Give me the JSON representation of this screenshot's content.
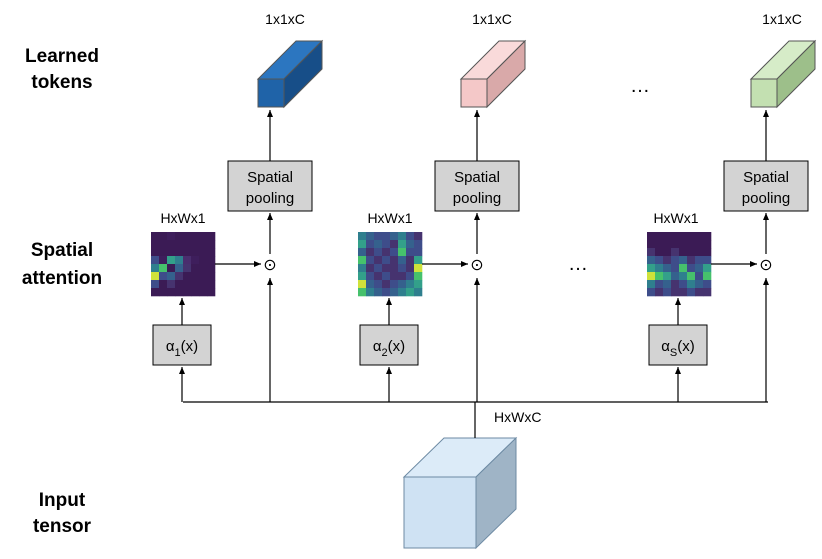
{
  "row_labels": {
    "learned_tokens": [
      "Learned",
      "tokens"
    ],
    "spatial_attention": [
      "Spatial",
      "attention"
    ],
    "input_tensor": [
      "Input",
      "tensor"
    ]
  },
  "input": {
    "dim_label": "HxWxC"
  },
  "columns": [
    {
      "token_dim": "1x1xC",
      "map_dim": "HxWx1",
      "pool_label": [
        "Spatial",
        "pooling"
      ],
      "alpha_symbol": "α",
      "alpha_sub": "1",
      "alpha_arg": "(x)",
      "operator": "⊙",
      "token_color": {
        "front": "#1f63a8",
        "top": "#2c76c0",
        "side": "#174e88"
      },
      "heatmap": [
        [
          "#3b1b55",
          "#3b1b55",
          "#3e1e5c",
          "#3b1b55",
          "#3b1b55",
          "#3b1b55",
          "#3b1b55",
          "#3b1b55"
        ],
        [
          "#3b1b55",
          "#3b1b55",
          "#3b1b55",
          "#3b1b55",
          "#3b1b55",
          "#3b1b55",
          "#3b1b55",
          "#3b1b55"
        ],
        [
          "#3b1b55",
          "#3b1b55",
          "#3b1b55",
          "#3b1b55",
          "#3b1b55",
          "#3b1b55",
          "#3b1b55",
          "#3b1b55"
        ],
        [
          "#3e4d8a",
          "#3e1e5c",
          "#33a08a",
          "#2f7f8e",
          "#4a2d6e",
          "#3e1e5c",
          "#3b1b55",
          "#3b1b55"
        ],
        [
          "#2f7f8e",
          "#46c16c",
          "#3b1b55",
          "#35618d",
          "#46336f",
          "#3b1b55",
          "#3b1b55",
          "#3b1b55"
        ],
        [
          "#cfe23a",
          "#3e4d8a",
          "#35618d",
          "#46336f",
          "#3b1b55",
          "#3b1b55",
          "#3b1b55",
          "#3b1b55"
        ],
        [
          "#3e4d8a",
          "#3b1b55",
          "#46336f",
          "#3b1b55",
          "#3b1b55",
          "#3b1b55",
          "#3b1b55",
          "#3b1b55"
        ],
        [
          "#3b1b55",
          "#3b1b55",
          "#3b1b55",
          "#3b1b55",
          "#3b1b55",
          "#3b1b55",
          "#3b1b55",
          "#3b1b55"
        ]
      ]
    },
    {
      "token_dim": "1x1xC",
      "map_dim": "HxWx1",
      "pool_label": [
        "Spatial",
        "pooling"
      ],
      "alpha_symbol": "α",
      "alpha_sub": "2",
      "alpha_arg": "(x)",
      "operator": "⊙",
      "token_color": {
        "front": "#f4c8c8",
        "top": "#f9dada",
        "side": "#d9a9a9"
      },
      "heatmap": [
        [
          "#2f7f8e",
          "#35618d",
          "#3e4d8a",
          "#3e4d8a",
          "#35618d",
          "#2f7f8e",
          "#3e4d8a",
          "#46336f"
        ],
        [
          "#33a08a",
          "#3e4d8a",
          "#35618d",
          "#3e4d8a",
          "#46336f",
          "#33a08a",
          "#35618d",
          "#3e4d8a"
        ],
        [
          "#35618d",
          "#46336f",
          "#3e4d8a",
          "#46336f",
          "#3e4d8a",
          "#46c16c",
          "#3e4d8a",
          "#3e4d8a"
        ],
        [
          "#46c16c",
          "#3e4d8a",
          "#46336f",
          "#3e4d8a",
          "#46336f",
          "#35618d",
          "#46336f",
          "#33a08a"
        ],
        [
          "#2f7f8e",
          "#46336f",
          "#3e4d8a",
          "#46336f",
          "#46336f",
          "#3e4d8a",
          "#46336f",
          "#cfe23a"
        ],
        [
          "#33a08a",
          "#3e4d8a",
          "#46336f",
          "#3e4d8a",
          "#46336f",
          "#46336f",
          "#3e4d8a",
          "#46c16c"
        ],
        [
          "#cfe23a",
          "#35618d",
          "#3e4d8a",
          "#46336f",
          "#3e4d8a",
          "#35618d",
          "#2f7f8e",
          "#33a08a"
        ],
        [
          "#46c16c",
          "#2f7f8e",
          "#35618d",
          "#3e4d8a",
          "#35618d",
          "#2f7f8e",
          "#33a08a",
          "#2f7f8e"
        ]
      ]
    },
    {
      "token_dim": "1x1xC",
      "map_dim": "HxWx1",
      "pool_label": [
        "Spatial",
        "pooling"
      ],
      "alpha_symbol": "α",
      "alpha_sub": "S",
      "alpha_arg": "(x)",
      "operator": "⊙",
      "token_color": {
        "front": "#c3e0b1",
        "top": "#d6ecc8",
        "side": "#9dbf8a"
      },
      "heatmap": [
        [
          "#3b1b55",
          "#3b1b55",
          "#3b1b55",
          "#3b1b55",
          "#3b1b55",
          "#3b1b55",
          "#3b1b55",
          "#3b1b55"
        ],
        [
          "#3b1b55",
          "#3b1b55",
          "#3b1b55",
          "#3b1b55",
          "#3b1b55",
          "#3b1b55",
          "#3b1b55",
          "#3b1b55"
        ],
        [
          "#46336f",
          "#3b1b55",
          "#3b1b55",
          "#46336f",
          "#3b1b55",
          "#3b1b55",
          "#3b1b55",
          "#3b1b55"
        ],
        [
          "#35618d",
          "#3e4d8a",
          "#46336f",
          "#3e4d8a",
          "#35618d",
          "#46336f",
          "#3e4d8a",
          "#3e4d8a"
        ],
        [
          "#33a08a",
          "#2f7f8e",
          "#35618d",
          "#3e4d8a",
          "#46c16c",
          "#3e4d8a",
          "#35618d",
          "#33a08a"
        ],
        [
          "#cfe23a",
          "#46c16c",
          "#33a08a",
          "#35618d",
          "#2f7f8e",
          "#46c16c",
          "#3e4d8a",
          "#46c16c"
        ],
        [
          "#2f7f8e",
          "#3e4d8a",
          "#35618d",
          "#46336f",
          "#3e4d8a",
          "#2f7f8e",
          "#35618d",
          "#3e4d8a"
        ],
        [
          "#3e4d8a",
          "#46336f",
          "#3e4d8a",
          "#46336f",
          "#46336f",
          "#3e4d8a",
          "#46336f",
          "#46336f"
        ]
      ]
    }
  ],
  "ellipsis": [
    "…",
    "…"
  ],
  "colors": {
    "box_fill": "#d3d3d3",
    "line": "#000000",
    "input_front": "#cfe2f3",
    "input_top": "#dcebf8",
    "input_side": "#9fb4c6"
  }
}
